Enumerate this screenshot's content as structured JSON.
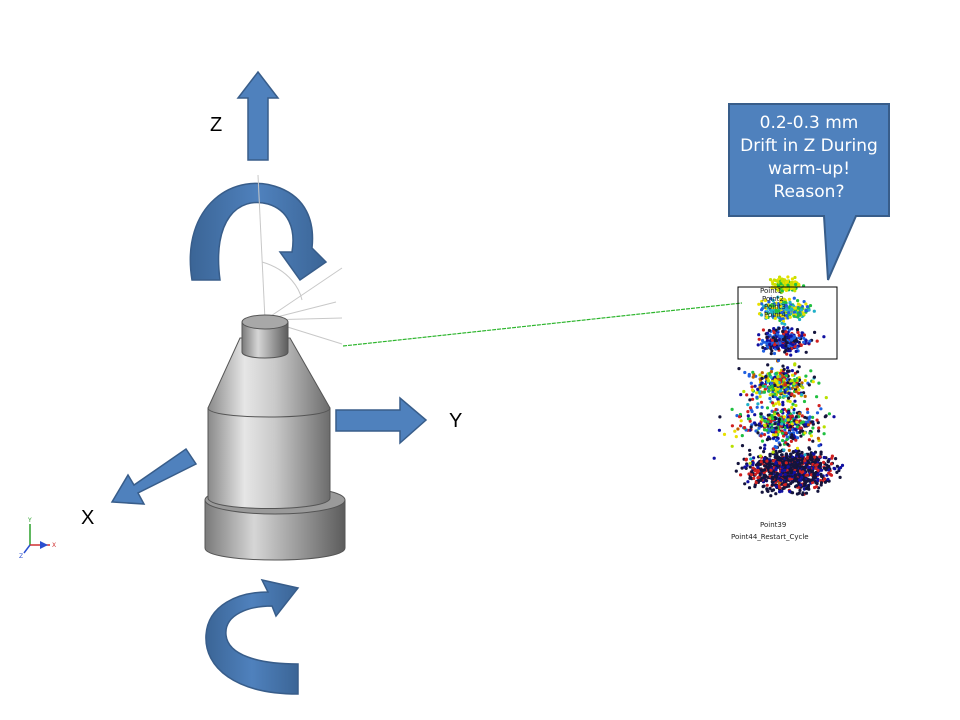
{
  "axes": {
    "z_label": "Z",
    "y_label": "Y",
    "x_label": "X"
  },
  "callout": {
    "lines": [
      "0.2-0.3 mm",
      "Drift in Z During",
      "warm-up!",
      "Reason?"
    ]
  },
  "scatter": {
    "point_labels": [
      "Point1",
      "Point2",
      "Point3",
      "Point4",
      "Point39",
      "Point44_Restart_Cycle"
    ]
  },
  "triad": {
    "y": "Y",
    "x": "X",
    "z": "Z"
  },
  "colors": {
    "arrow_fill": "#4f81bd",
    "arrow_stroke": "#385d8a",
    "callout_fill": "#4f81bd",
    "leader_line": "#2db52d",
    "scatter_core": "#14143c",
    "box_stroke": "#000000"
  }
}
